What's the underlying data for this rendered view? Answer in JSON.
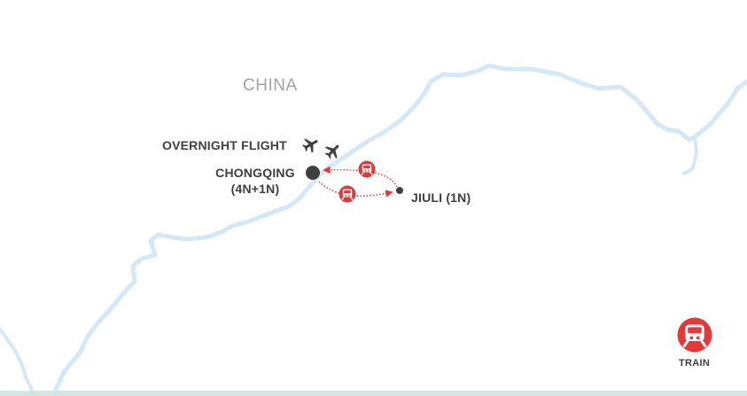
{
  "map": {
    "country_label": "CHINA",
    "places": {
      "overnight_flight": "OVERNIGHT FLIGHT",
      "chongqing_name": "CHONGQING",
      "chongqing_nights": "(4N+1N)",
      "jiuli": "JIULI (1N)"
    },
    "legend": {
      "train_label": "TRAIN"
    },
    "icons": {
      "flight": "airplane-icon",
      "train": "train-icon"
    },
    "colors": {
      "river": "#d4e8f8",
      "route": "#e03a3a",
      "city_dot": "#3f3f3f",
      "label": "#3f3f3f",
      "country_label": "#a3a3a3",
      "bottom_border": "#cfe6e2"
    }
  }
}
